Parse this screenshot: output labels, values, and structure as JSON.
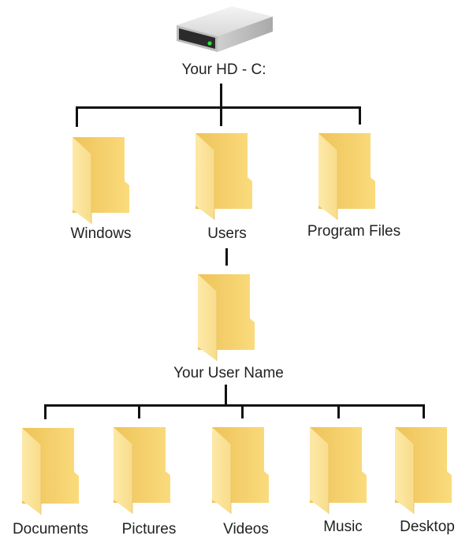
{
  "diagram": {
    "title": "Windows folder hierarchy",
    "root": {
      "label": "Your HD - C:",
      "icon": "hard-drive-icon",
      "led_color": "#2ee03a"
    },
    "level1": [
      {
        "label": "Windows",
        "icon": "folder-icon"
      },
      {
        "label": "Users",
        "icon": "folder-icon"
      },
      {
        "label": "Program Files",
        "icon": "folder-icon"
      }
    ],
    "level2": {
      "label": "Your User Name",
      "icon": "folder-icon"
    },
    "level3": [
      {
        "label": "Documents",
        "icon": "folder-icon"
      },
      {
        "label": "Pictures",
        "icon": "folder-icon"
      },
      {
        "label": "Videos",
        "icon": "folder-icon"
      },
      {
        "label": "Music",
        "icon": "folder-icon"
      },
      {
        "label": "Desktop",
        "icon": "folder-icon"
      }
    ],
    "colors": {
      "folder_back": "#f0c75e",
      "folder_front": "#fde49a",
      "connector": "#111111"
    }
  }
}
